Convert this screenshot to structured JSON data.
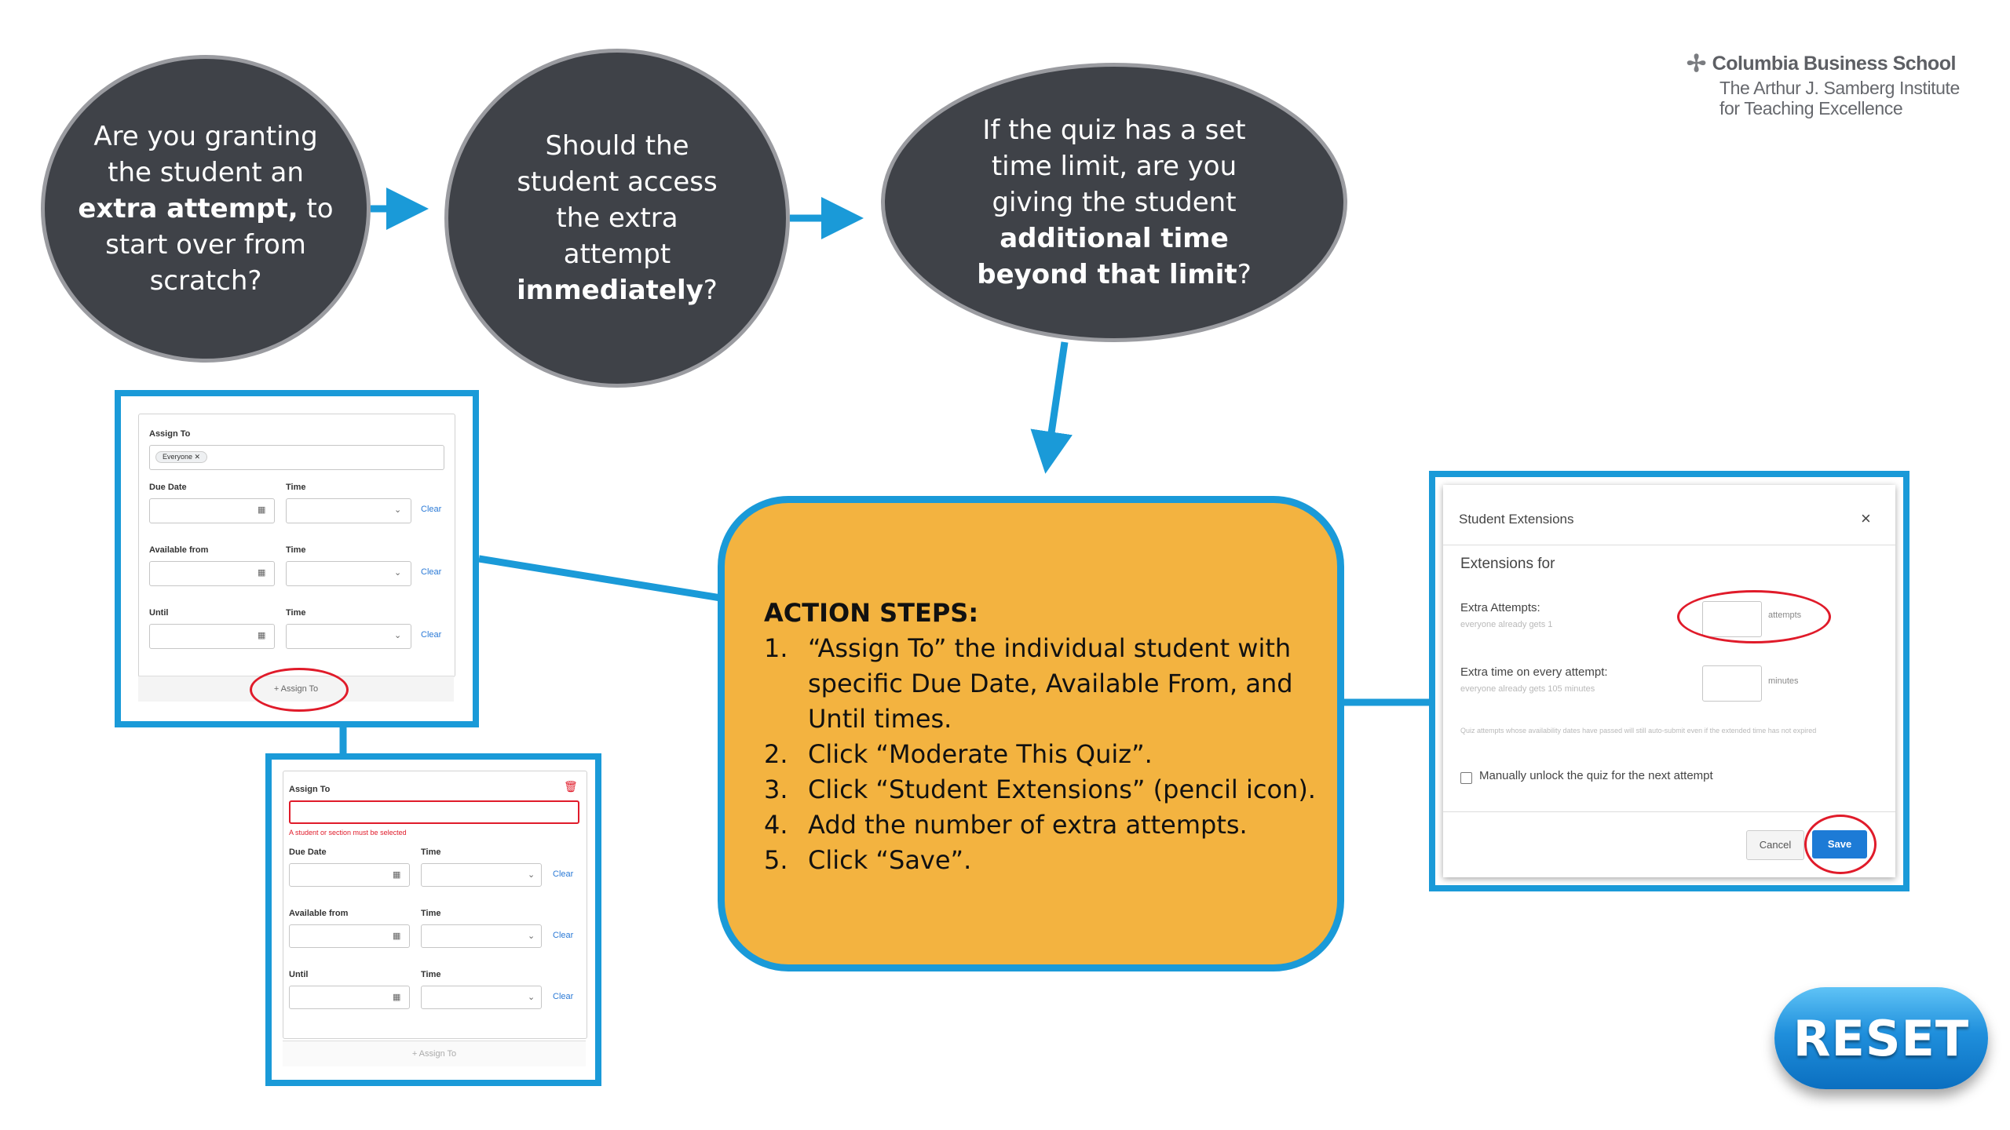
{
  "questions": {
    "q1": {
      "pre": "Are you granting the student an ",
      "bold1": "extra attempt,",
      "post": " to start over from scratch?"
    },
    "q2": {
      "pre": "Should the student access the extra attempt ",
      "bold1": "immediately",
      "post": "?"
    },
    "q3": {
      "pre": "If the quiz has a set time limit, are you giving the student ",
      "bold1": "additional time beyond that limit",
      "post": "?"
    }
  },
  "logo": {
    "line1": "Columbia Business School",
    "line2": "The Arthur J. Samberg Institute",
    "line3": "for Teaching Excellence"
  },
  "assign_form_1": {
    "assign_to": "Assign To",
    "chip": "Everyone",
    "due_date": "Due Date",
    "time": "Time",
    "available_from": "Available from",
    "until": "Until",
    "clear": "Clear",
    "assign_button": "+ Assign To"
  },
  "assign_form_2": {
    "assign_to": "Assign To",
    "error": "A student or section must be selected",
    "due_date": "Due Date",
    "time": "Time",
    "available_from": "Available from",
    "until": "Until",
    "clear": "Clear",
    "assign_button": "+ Assign To"
  },
  "action": {
    "title": "ACTION STEPS:",
    "steps": [
      {
        "num": "1.",
        "text": "“Assign To” the individual student with specific Due Date, Available From, and Until times."
      },
      {
        "num": "2.",
        "text": "Click “Moderate This Quiz”."
      },
      {
        "num": "3.",
        "text": "Click “Student Extensions” (pencil icon)."
      },
      {
        "num": "4.",
        "text": "Add the number of extra attempts."
      },
      {
        "num": "5.",
        "text": "Click “Save”."
      }
    ]
  },
  "extensions_dialog": {
    "title": "Student Extensions",
    "close": "×",
    "extensions_for": "Extensions for",
    "extra_attempts": "Extra Attempts:",
    "extra_attempts_note": "everyone already gets 1",
    "attempts_unit": "attempts",
    "extra_time": "Extra time on every attempt:",
    "extra_time_note": "everyone already gets 105 minutes",
    "minutes_unit": "minutes",
    "fine_print": "Quiz attempts whose availability dates have passed will still auto-submit even if the extended time has not expired",
    "unlock": "Manually unlock the quiz for the next attempt",
    "cancel": "Cancel",
    "save": "Save"
  },
  "reset": "RESET",
  "colors": {
    "accent": "#1a9ad8",
    "circle": "#3f4248",
    "action": "#f3b340",
    "highlight": "#e01b2a"
  }
}
